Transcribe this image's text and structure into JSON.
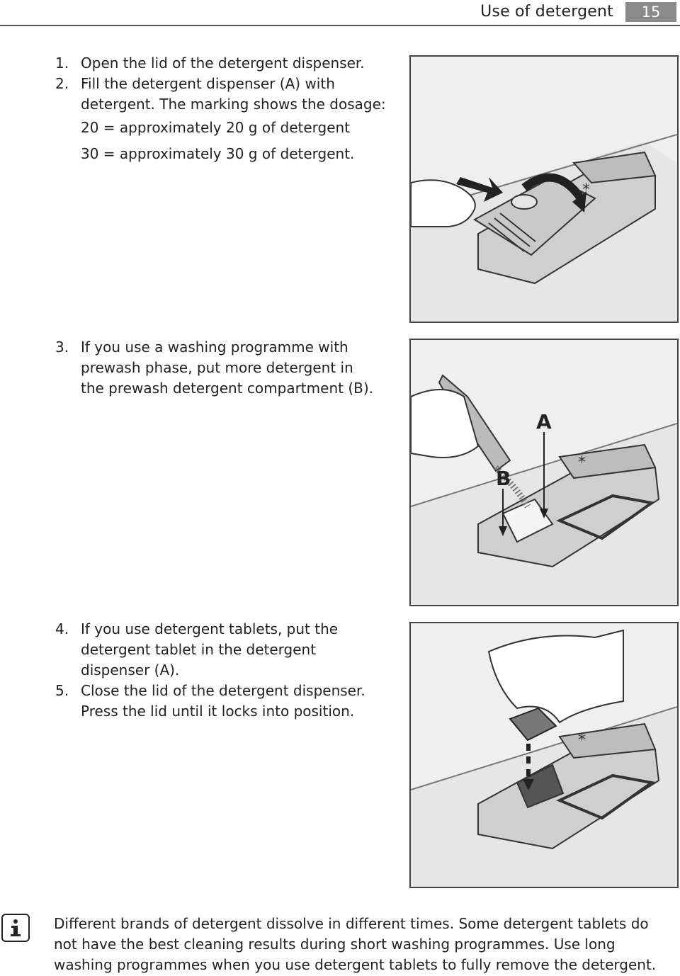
{
  "header": {
    "section_title": "Use of detergent",
    "page_number": "15"
  },
  "steps_1": [
    {
      "num": "1.",
      "text": "Open the lid of the detergent dispenser."
    },
    {
      "num": "2.",
      "text": "Fill the detergent dispenser (A) with detergent. The marking shows the dosage:"
    }
  ],
  "dosage": [
    "20 = approximately 20 g of detergent",
    "30 = approximately 30 g of detergent."
  ],
  "step_3": {
    "num": "3.",
    "text": "If you use a washing programme with prewash phase, put more detergent in the prewash detergent compartment (B)."
  },
  "steps_4_5": [
    {
      "num": "4.",
      "text": "If you use detergent tablets, put the detergent tablet in the detergent dispenser (A)."
    },
    {
      "num": "5.",
      "text": "Close the lid of the detergent dispenser. Press the lid until it locks into position."
    }
  ],
  "figure_labels": {
    "a": "A",
    "b": "B"
  },
  "note": {
    "icon": "info-icon",
    "text": "Different brands of detergent dissolve in different times. Some detergent tablets do not have the best cleaning results during short washing programmes. Use long washing programmes when you use detergent tablets to fully remove the detergent."
  }
}
